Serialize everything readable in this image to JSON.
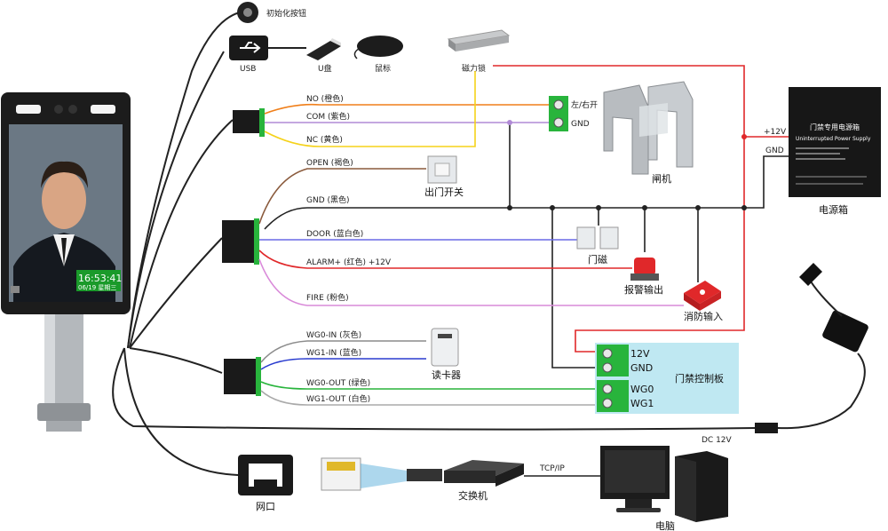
{
  "labels": {
    "init_button": "初始化按钮",
    "usb": "USB",
    "udisk": "U盘",
    "mouse": "鼠标",
    "maglock": "磁力锁",
    "no": "NO (橙色)",
    "com": "COM (紫色)",
    "nc": "NC (黄色)",
    "left_right_open": "左/右开",
    "gnd": "GND",
    "gate": "闸机",
    "open": "OPEN (褐色)",
    "exit_switch": "出门开关",
    "gnd_black": "GND (黑色)",
    "door": "DOOR (蓝白色)",
    "door_sensor": "门磁",
    "alarm": "ALARM+ (红色) +12V",
    "alarm_out": "报警输出",
    "fire": "FIRE (粉色)",
    "fire_in": "消防输入",
    "plus12v": "+12V",
    "gnd_right": "GND",
    "power_box": "电源箱",
    "wg0_in": "WG0-IN (灰色)",
    "wg1_in": "WG1-IN (蓝色)",
    "card_reader": "读卡器",
    "wg0_out": "WG0-OUT (绿色)",
    "wg1_out": "WG1-OUT (白色)",
    "controller": "门禁控制板",
    "term_12v": "12V",
    "term_gnd": "GND",
    "term_wg0": "WG0",
    "term_wg1": "WG1",
    "dc12v": "DC 12V",
    "netport": "网口",
    "switch": "交换机",
    "tcpip": "TCP/IP",
    "computer": "电脑"
  },
  "device": {
    "time": "16:53:41",
    "date": "06/19  星期三"
  },
  "power_box_panel": {
    "title": "门禁专用电源箱",
    "subtitle": "Uninterrupted Power Supply"
  },
  "colors": {
    "orange": "#f07f1a",
    "purple": "#b08ad6",
    "yellow": "#f5d21a",
    "brown": "#8a5a3c",
    "black": "#222222",
    "blue_white": "#6a6ae6",
    "red": "#e0282a",
    "pink": "#d98ad9",
    "gray": "#8c8c8c",
    "blue": "#2a3ccf",
    "green": "#28b43c",
    "white_wire": "#aaaaaa",
    "controller_bg": "#bfe8f2"
  }
}
